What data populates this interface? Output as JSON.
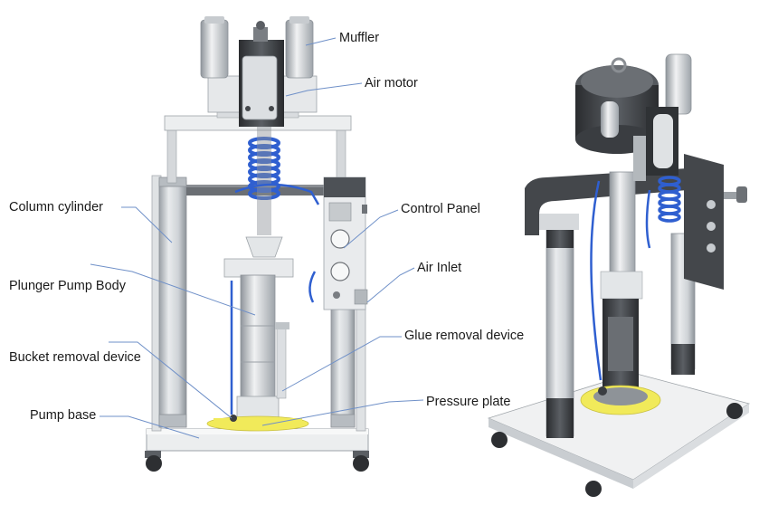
{
  "labels": {
    "muffler": "Muffler",
    "air_motor": "Air motor",
    "column_cylinder": "Column cylinder",
    "control_panel": "Control Panel",
    "air_inlet": "Air Inlet",
    "plunger_pump_body": "Plunger Pump Body",
    "glue_removal_device": "Glue removal device",
    "bucket_removal_device": "Bucket removal device",
    "pressure_plate": "Pressure plate",
    "pump_base": "Pump base"
  },
  "colors": {
    "metal_light": "#e6e8ea",
    "metal_mid": "#b9bec3",
    "metal_dark": "#3c3f43",
    "hose_blue": "#2f5fd0",
    "plate_yellow": "#f1ea5a",
    "leader_line": "#6f90c8"
  }
}
